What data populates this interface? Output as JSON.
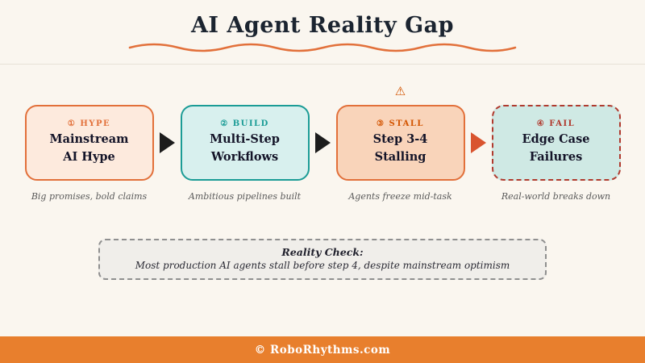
{
  "colors": {
    "bg": "#faf6ef",
    "ink": "#1b2430",
    "accent-orange": "#e2703a",
    "teal": "#1b9c96",
    "stall-orange": "#d35400",
    "fail-red": "#b03a2e",
    "caption-gray": "#5a5a5a",
    "arrow-dark": "#1c1c1c",
    "arrow-accent": "#d9542f",
    "footer-orange": "#e87f2d",
    "box1-fill": "#fdeadd",
    "box2-fill": "#d8f0ee",
    "box3-fill": "#f9d4ba",
    "box4-fill": "#cfe9e4"
  },
  "header": {
    "title": "AI Agent Reality Gap"
  },
  "warning_icon": "⚠",
  "steps": [
    {
      "badge": "① HYPE",
      "line1": "Mainstream",
      "line2": "AI Hype",
      "caption": "Big promises, bold claims"
    },
    {
      "badge": "② BUILD",
      "line1": "Multi-Step",
      "line2": "Workflows",
      "caption": "Ambitious pipelines built"
    },
    {
      "badge": "③ STALL",
      "line1": "Step 3-4",
      "line2": "Stalling",
      "caption": "Agents freeze mid-task"
    },
    {
      "badge": "④ FAIL",
      "line1": "Edge Case",
      "line2": "Failures",
      "caption": "Real-world breaks down"
    }
  ],
  "reality_check": {
    "title": "Reality Check:",
    "text": "Most production AI agents stall before step 4, despite mainstream optimism"
  },
  "footer": {
    "text": "© RoboRhythms.com"
  }
}
